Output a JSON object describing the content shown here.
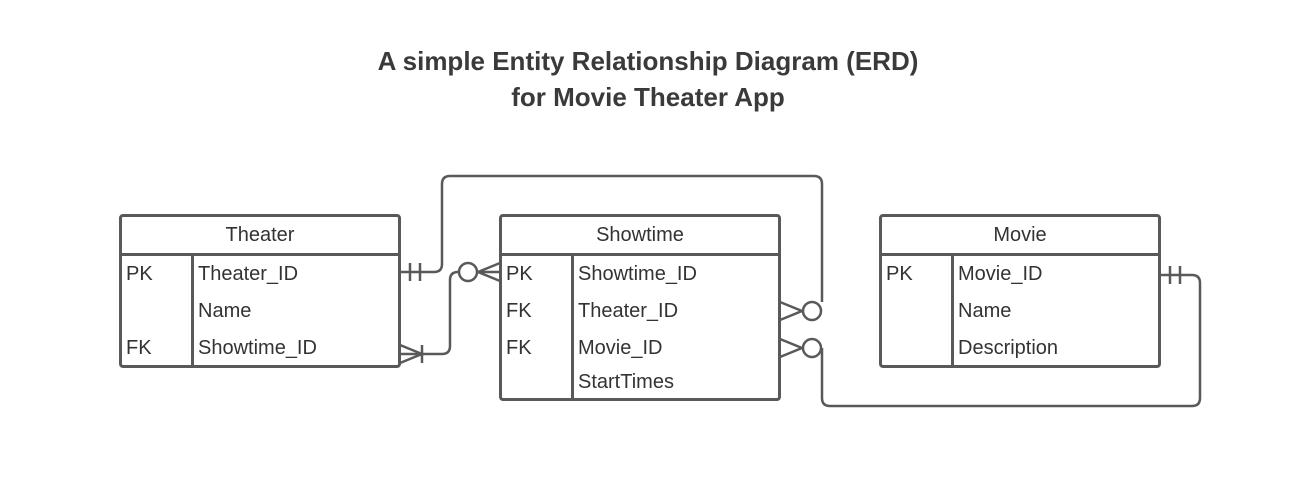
{
  "title": {
    "line1": "A simple Entity Relationship Diagram (ERD)",
    "line2": "for Movie Theater App"
  },
  "entities": [
    {
      "name": "Theater",
      "rows": [
        {
          "key": "PK",
          "field": "Theater_ID"
        },
        {
          "key": "",
          "field": "Name"
        },
        {
          "key": "FK",
          "field": "Showtime_ID"
        }
      ]
    },
    {
      "name": "Showtime",
      "rows": [
        {
          "key": "PK",
          "field": "Showtime_ID"
        },
        {
          "key": "FK",
          "field": "Theater_ID"
        },
        {
          "key": "FK",
          "field": "Movie_ID"
        },
        {
          "key": "",
          "field": "StartTimes"
        }
      ]
    },
    {
      "name": "Movie",
      "rows": [
        {
          "key": "PK",
          "field": "Movie_ID"
        },
        {
          "key": "",
          "field": "Name"
        },
        {
          "key": "",
          "field": "Description"
        }
      ]
    }
  ],
  "relationships": [
    {
      "from": "Theater.Theater_ID",
      "to": "Showtime.Theater_ID",
      "from_end": "one-and-only-one",
      "to_end": "zero-or-many"
    },
    {
      "from": "Theater.Showtime_ID",
      "to": "Showtime.Showtime_ID",
      "from_end": "one-or-many",
      "to_end": "zero-or-many"
    },
    {
      "from": "Movie.Movie_ID",
      "to": "Showtime.Movie_ID",
      "from_end": "one-and-only-one",
      "to_end": "zero-or-many"
    }
  ],
  "colors": {
    "line": "#595959",
    "text": "#333333",
    "title": "#3a3a3a",
    "background": "#ffffff"
  }
}
